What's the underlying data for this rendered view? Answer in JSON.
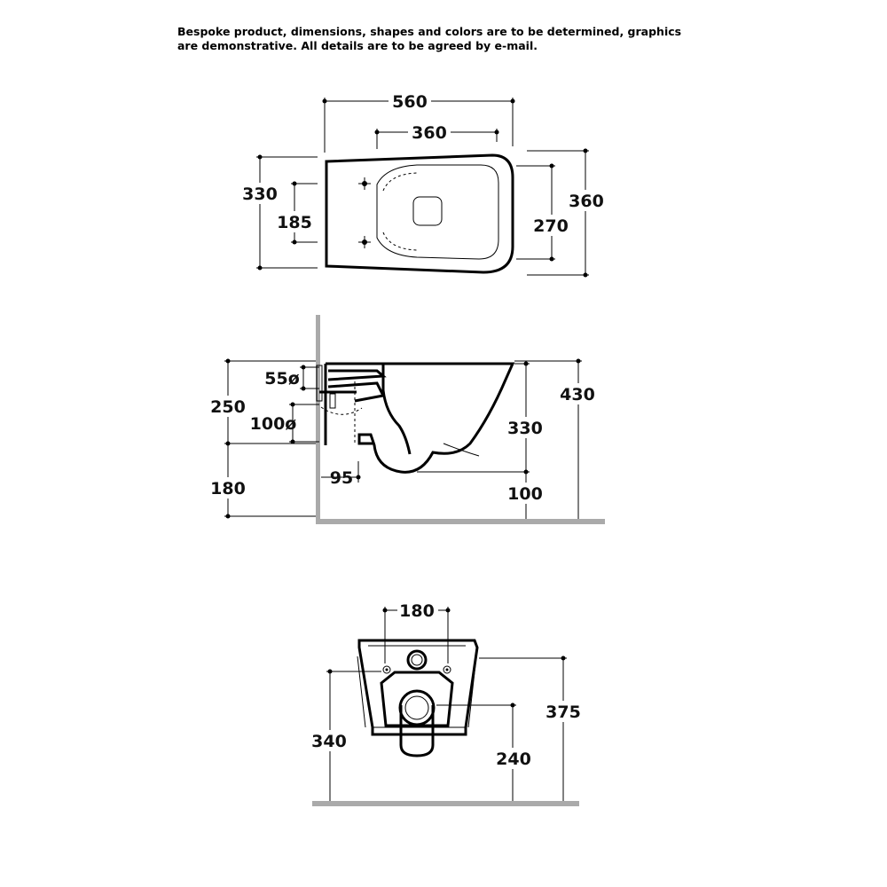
{
  "disclaimer": {
    "line1": "Bespoke product, dimensions, shapes and colors are to be determined, graphics",
    "line2": "are demonstrative. All details are to be agreed by e-mail."
  },
  "top_view": {
    "overall_length": "560",
    "hole_spacing_length": "360",
    "overall_width": "360",
    "bowl_width": "270",
    "rear_width": "330",
    "fixing_spacing": "185"
  },
  "side_view": {
    "height_total": "430",
    "upper_height": "250",
    "water_inlet_diameter": "55ø",
    "drain_diameter": "100ø",
    "rim_height": "330",
    "bottom_clearance_a": "180",
    "bottom_clearance_b": "100",
    "drain_offset": "95"
  },
  "rear_view": {
    "fixing_spacing": "180",
    "height_left": "340",
    "height_right": "375",
    "drain_height": "240"
  }
}
